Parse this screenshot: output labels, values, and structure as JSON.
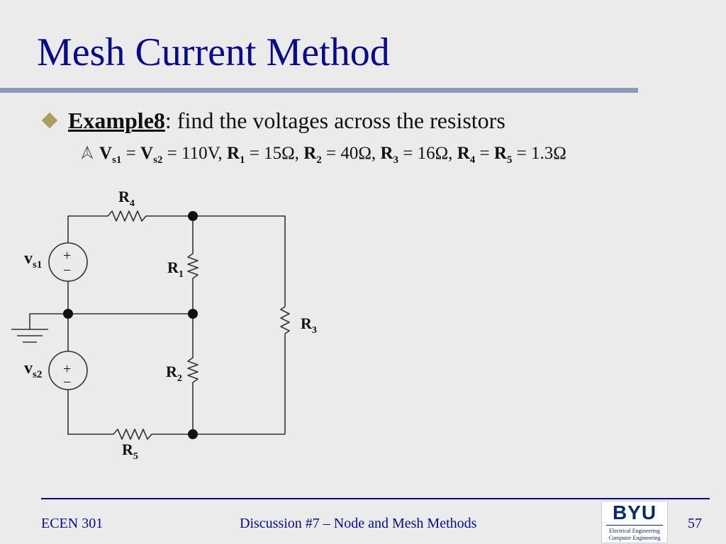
{
  "slide": {
    "title": "Mesh Current Method",
    "bullet": {
      "lead": "Example8",
      "rest": ": find the voltages across the resistors"
    },
    "sub_bullet": {
      "vs1_base": "V",
      "vs1_sub": "s1",
      "eq1": " = ",
      "vs2_base": "V",
      "vs2_sub": "s2",
      "eq2": " = 110V, ",
      "r1_base": "R",
      "r1_sub": "1",
      "eq3": " = 15Ω, ",
      "r2_base": "R",
      "r2_sub": "2",
      "eq4": " = 40Ω, ",
      "r3_base": "R",
      "r3_sub": "3",
      "eq5": " = 16Ω, ",
      "r4_base": "R",
      "r4_sub": "4",
      "eq6": " = ",
      "r5_base": "R",
      "r5_sub": "5",
      "eq7": " = 1.3Ω"
    },
    "circuit": {
      "r4": {
        "base": "R",
        "sub": "4"
      },
      "r1": {
        "base": "R",
        "sub": "1"
      },
      "r3": {
        "base": "R",
        "sub": "3"
      },
      "r2": {
        "base": "R",
        "sub": "2"
      },
      "r5": {
        "base": "R",
        "sub": "5"
      },
      "vs1": {
        "base": "v",
        "sub": "s1"
      },
      "vs2": {
        "base": "v",
        "sub": "s2"
      },
      "plus": "+",
      "minus": "−"
    },
    "footer": {
      "course": "ECEN 301",
      "lecture": "Discussion #7 – Node and Mesh Methods",
      "page": "57"
    },
    "logo": {
      "name": "BYU",
      "line1": "Electrical Engineering",
      "line2": "Computer Engineering"
    }
  }
}
